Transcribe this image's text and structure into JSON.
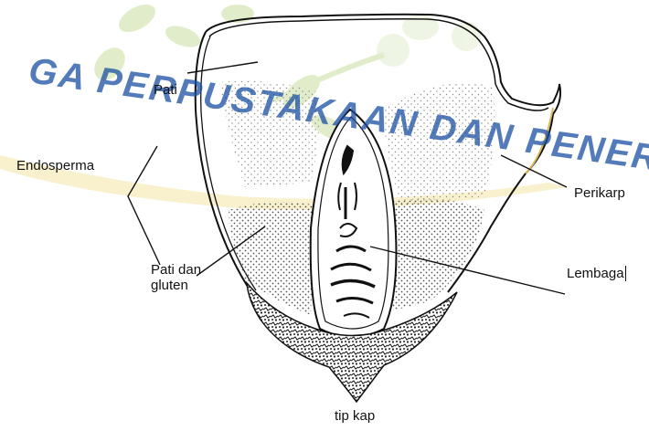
{
  "watermark": {
    "text": "GA PERPUSTAKAAN DAN PENER",
    "color": "#1a4fa3",
    "accent_color": "#e8c84a",
    "leaf_color": "#c9dfa0"
  },
  "labels": {
    "pati": "Pati",
    "endosperma": "Endosperma",
    "pati_gluten_line1": "Pati dan",
    "pati_gluten_line2": "gluten",
    "perikarp": "Perikarp",
    "lembaga": "Lembaga",
    "tip_kap": "tip kap"
  },
  "colors": {
    "ink": "#111111",
    "pericarp_highlight": "#d9b95a"
  }
}
